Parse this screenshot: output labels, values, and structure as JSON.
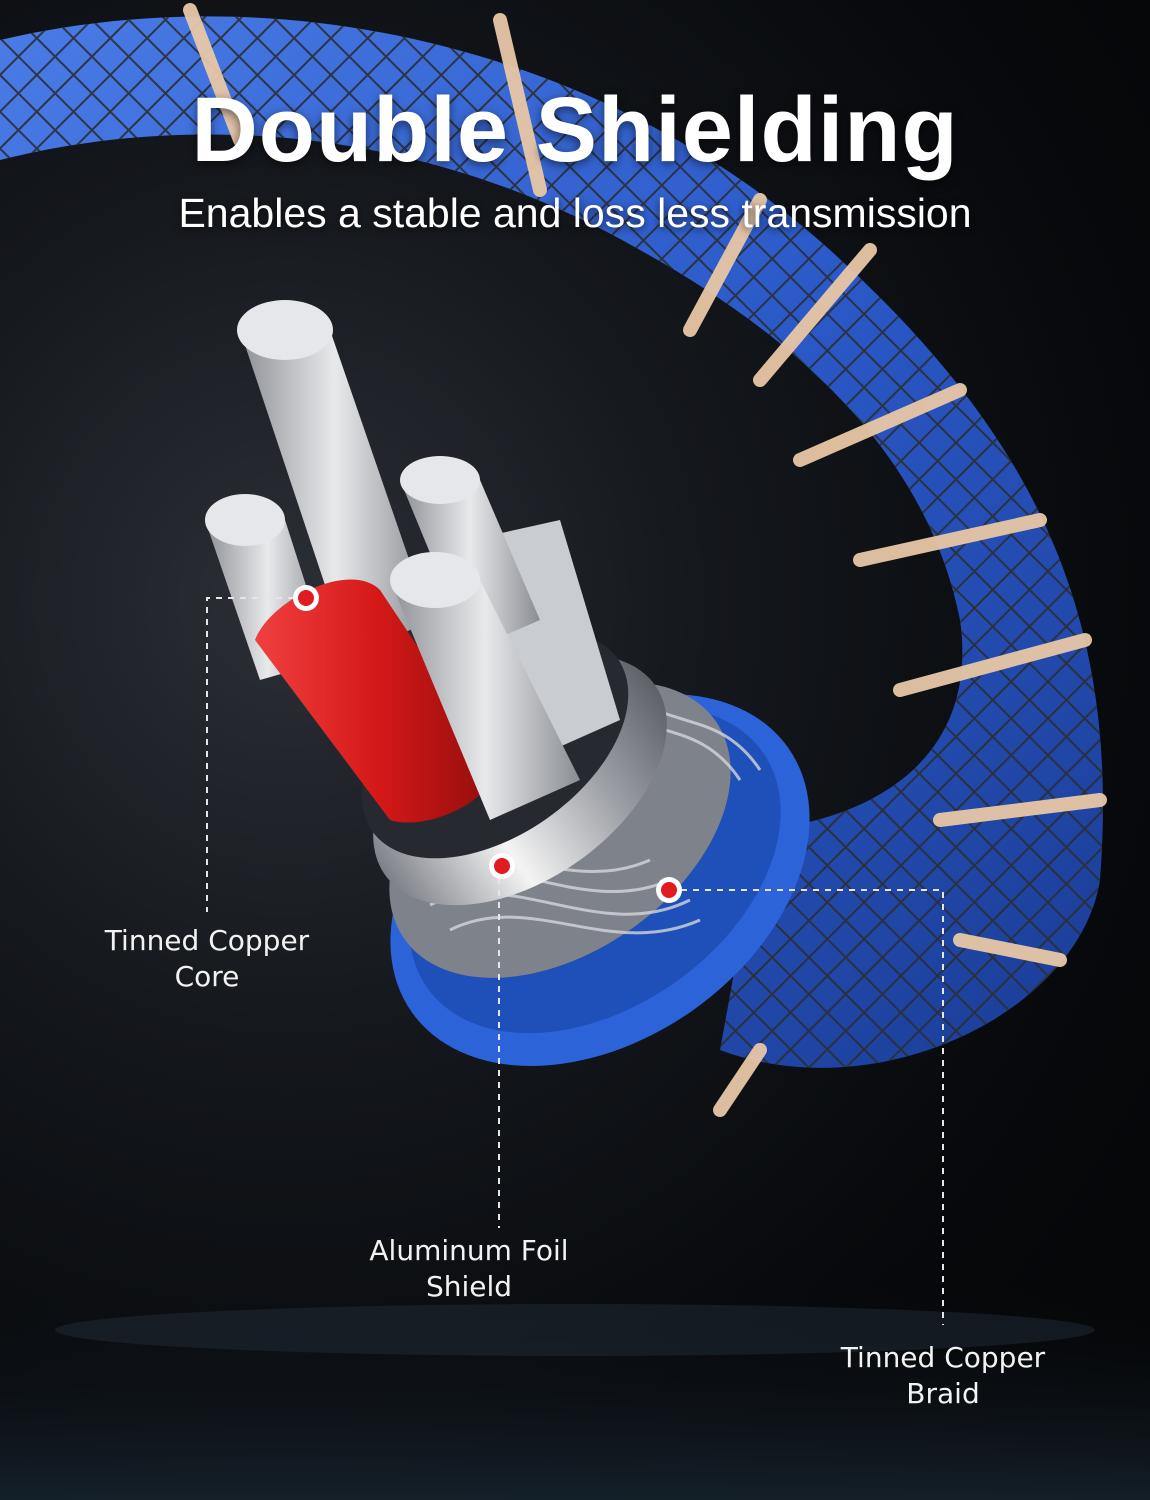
{
  "headline": {
    "title": "Double Shielding",
    "subtitle": "Enables a stable and loss less transmission"
  },
  "callouts": [
    {
      "id": "core",
      "line1": "Tinned Copper",
      "line2": "Core"
    },
    {
      "id": "foil",
      "line1": "Aluminum Foil",
      "line2": "Shield"
    },
    {
      "id": "braid",
      "line1": "Tinned Copper",
      "line2": "Braid"
    }
  ],
  "colors": {
    "background": "#0b0d10",
    "jacket_blue": "#2f5fd0",
    "braid_mesh": "#3b4048",
    "tape_beige": "#e8c7a6",
    "wire_red": "#d91c1c",
    "wire_silver": "#c9ccd1",
    "marker_red": "#e01b22"
  }
}
